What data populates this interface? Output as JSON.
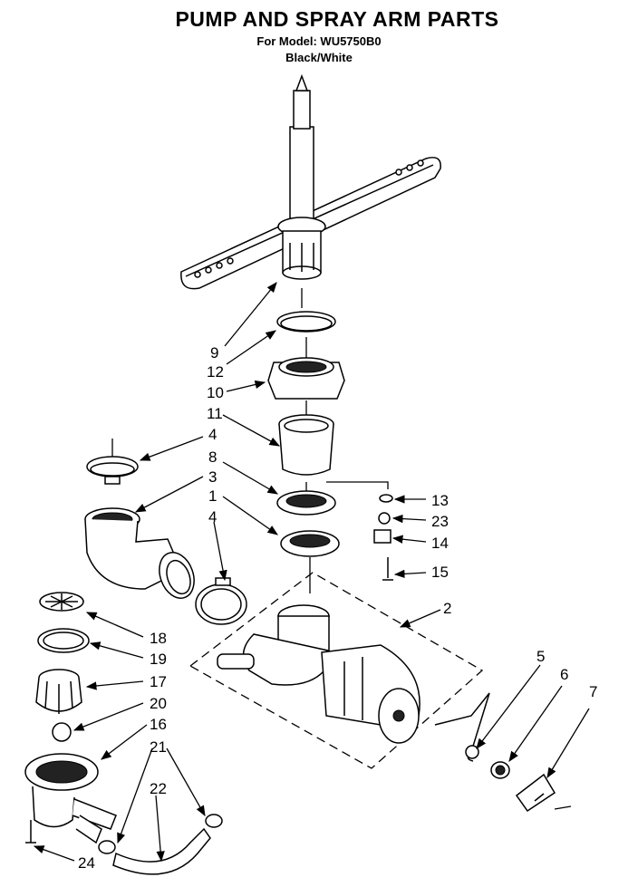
{
  "header": {
    "title": "PUMP AND SPRAY ARM PARTS",
    "model_line": "For Model: WU5750B0",
    "color_line": "Black/White"
  },
  "callouts": {
    "c1": "1",
    "c2": "2",
    "c3": "3",
    "c4a": "4",
    "c4b": "4",
    "c5": "5",
    "c6": "6",
    "c7": "7",
    "c8": "8",
    "c9": "9",
    "c10": "10",
    "c11": "11",
    "c12": "12",
    "c13": "13",
    "c14": "14",
    "c15": "15",
    "c16": "16",
    "c17": "17",
    "c18": "18",
    "c19": "19",
    "c20": "20",
    "c21": "21",
    "c22": "22",
    "c23": "23",
    "c24": "24"
  }
}
